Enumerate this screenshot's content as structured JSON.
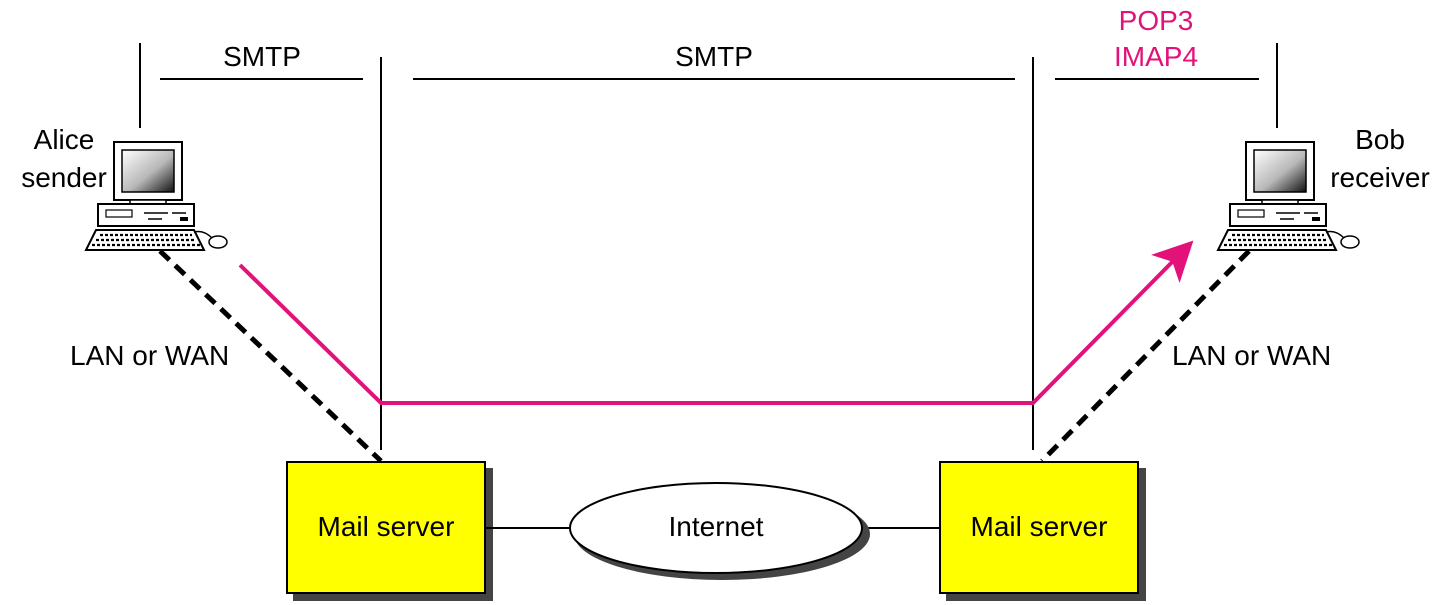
{
  "colors": {
    "message_path": "#e2127a",
    "server_fill": "#ffff00",
    "server_border": "#000000",
    "network_fill": "#ffffff",
    "shadow": "#444444",
    "text": "#000000",
    "protocol_highlight": "#e2127a"
  },
  "protocols": {
    "left": "SMTP",
    "middle": "SMTP",
    "right_line1": "POP3",
    "right_line2": "IMAP4"
  },
  "sender": {
    "name": "Alice",
    "role": "sender",
    "icon": "desktop-computer-icon"
  },
  "receiver": {
    "name": "Bob",
    "role": "receiver",
    "icon": "desktop-computer-icon"
  },
  "links": {
    "left": "LAN or WAN",
    "right": "LAN or WAN"
  },
  "servers": {
    "left": "Mail server",
    "right": "Mail server"
  },
  "network": {
    "label": "Internet"
  }
}
